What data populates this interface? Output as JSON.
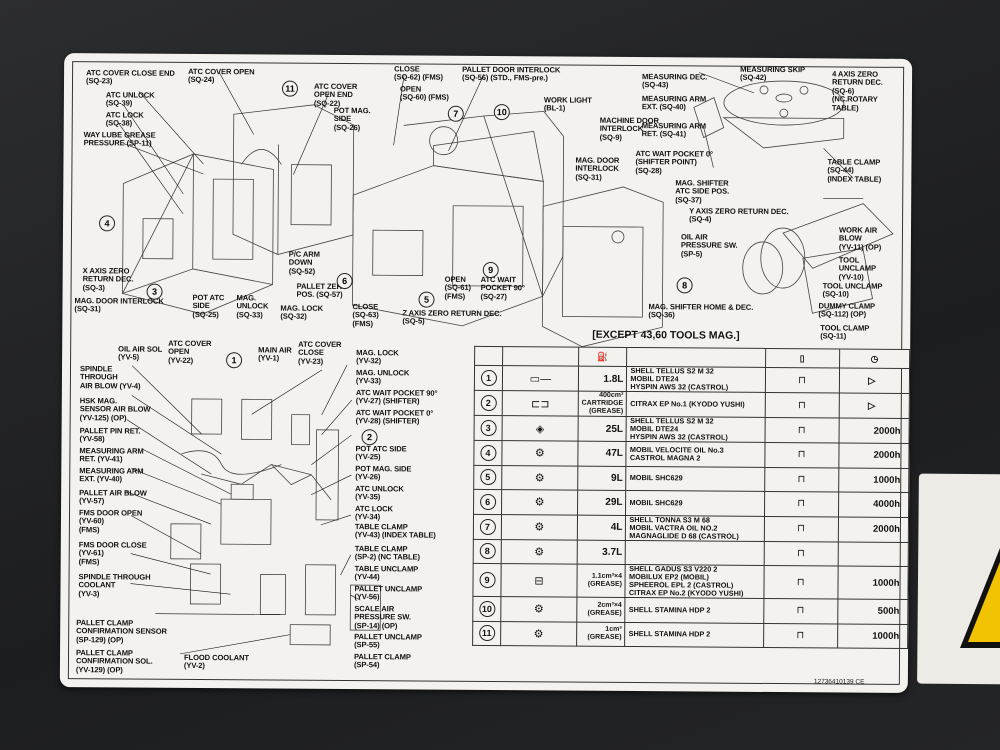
{
  "top_labels": {
    "atc_cover_close_end": "ATC COVER CLOSE END\n(SQ-23)",
    "atc_unlock": "ATC UNLOCK\n(SQ-39)",
    "atc_lock": "ATC LOCK\n(SQ-38)",
    "way_lube": "WAY LUBE GREASE\nPRESSURE (SP-11)",
    "atc_cover_open": "ATC COVER OPEN\n(SQ-24)",
    "atc_cover_open_end": "ATC COVER\nOPEN END\n(SQ-22)",
    "pot_mag_side": "POT MAG.\nSIDE\n(SQ-26)",
    "close_fms": "CLOSE\n(SQ-62) (FMS)",
    "open_fms": "OPEN\n(SQ-60) (FMS)",
    "pallet_door_interlock": "PALLET DOOR INTERLOCK\n(SQ-56) (STD., FMS-pre.)",
    "work_light": "WORK LIGHT\n(BL-1)",
    "machine_door_interlock": "MACHINE DOOR\nINTERLOCK\n(SQ-9)",
    "measuring_dec": "MEASURING DEC.\n(SQ-43)",
    "measuring_arm_ext": "MEASURING ARM\nEXT. (SQ-40)",
    "measuring_arm_ret": "MEASURING ARM\nRET. (SQ-41)",
    "measuring_skip": "MEASURING SKIP\n(SQ-42)",
    "four_axis_zero": "4 AXIS ZERO\nRETURN DEC.\n(SQ-6)\n(NC.ROTARY\nTABLE)",
    "table_clamp_top": "TABLE CLAMP\n(SQ-44)\n(INDEX TABLE)",
    "atc_wait_pocket0": "ATC WAIT POCKET 0°\n(SHIFTER POINT)\n(SQ-28)",
    "mag_door_interlock_r": "MAG. DOOR\nINTERLOCK\n(SQ-31)",
    "mag_shifter_atc": "MAG. SHIFTER\nATC SIDE POS.\n(SQ-37)",
    "y_axis_zero": "Y AXIS ZERO RETURN DEC.\n(SQ-4)",
    "oil_air_pressure": "OIL AIR\nPRESSURE SW.\n(SP-5)",
    "work_air_blow": "WORK AIR\nBLOW\n(YV-11) (OP)",
    "tool_unclamp_v": "TOOL\nUNCLAMP\n(YV-10)",
    "tool_unclamp_s": "TOOL UNCLAMP\n(SQ-10)",
    "dummy_clamp": "DUMMY CLAMP\n(SQ-112) (OP)",
    "tool_clamp": "TOOL CLAMP\n(SQ-11)",
    "mag_shifter_home": "MAG. SHIFTER HOME & DEC.\n(SQ-36)",
    "x_axis_zero": "X AXIS ZERO\nRETURN DEC.\n(SQ-3)",
    "mag_door_interlock_l": "MAG. DOOR INTERLOCK\n(SQ-31)",
    "pot_atc_side": "POT ATC\nSIDE\n(SQ-25)",
    "mag_unlock": "MAG.\nUNLOCK\n(SQ-33)",
    "mag_lock": "MAG. LOCK\n(SQ-32)",
    "pc_arm_down": "P/C ARM\nDOWN\n(SQ-52)",
    "pallet_zero": "PALLET ZERO\nPOS. (SQ-57)",
    "close_fms_b": "CLOSE\n(SQ-63)\n(FMS)",
    "open_fms_b": "OPEN\n(SQ-61)\n(FMS)",
    "atc_wait_pocket90": "ATC WAIT\nPOCKET 90°\n(SQ-27)",
    "z_axis_zero": "Z AXIS ZERO RETURN DEC.\n(SQ-5)"
  },
  "bottom_labels": {
    "oil_air_sol": "OIL AIR SOL\n(YV-5)",
    "atc_cover_open_v": "ATC COVER\nOPEN\n(YV-22)",
    "main_air": "MAIN AIR\n(YV-1)",
    "atc_cover_close_v": "ATC COVER\nCLOSE\n(YV-23)",
    "spindle_through_air": "SPINDLE\nTHROUGH\nAIR BLOW (YV-4)",
    "hsk_mag": "HSK MAG.\nSENSOR AIR BLOW\n(YV-125) (OP)",
    "pallet_pin_ret": "PALLET PIN RET.\n(YV-58)",
    "measuring_arm_ret_v": "MEASURING ARM\nRET. (YV-41)",
    "measuring_arm_ext_v": "MEASURING ARM\nEXT. (YV-40)",
    "pallet_air_blow": "PALLET AIR BLOW\n(YV-57)",
    "fms_door_open": "FMS DOOR OPEN\n(YV-60)\n(FMS)",
    "fms_door_close": "FMS DOOR CLOSE\n(YV-61)\n(FMS)",
    "spindle_through_coolant": "SPINDLE THROUGH\nCOOLANT\n(YV-3)",
    "pallet_clamp_sensor": "PALLET CLAMP\nCONFIRMATION SENSOR\n(SP-129) (OP)",
    "pallet_clamp_sol": "PALLET CLAMP\nCONFIRMATION SOL.\n(YV-129) (OP)",
    "flood_coolant": "FLOOD COOLANT\n(YV-2)",
    "mag_lock_v": "MAG. LOCK\n(YV-32)",
    "mag_unlock_v": "MAG. UNLOCK\n(YV-33)",
    "atc_wait_90_v": "ATC WAIT POCKET 90°\n(YV-27) (SHIFTER)",
    "atc_wait_0_v": "ATC WAIT POCKET 0°\n(YV-28) (SHIFTER)",
    "pot_atc_side_v": "POT ATC SIDE\n(YV-25)",
    "pot_mag_side_v": "POT MAG. SIDE\n(YV-26)",
    "atc_unlock_v": "ATC UNLOCK\n(YV-35)",
    "atc_lock_v": "ATC LOCK\n(YV-34)",
    "table_clamp_v": "TABLE CLAMP\n(YV-43) (INDEX TABLE)",
    "table_clamp_nc": "TABLE CLAMP\n(SP-2) (NC TABLE)",
    "table_unclamp_v": "TABLE UNCLAMP\n(YV-44)",
    "pallet_unclamp_v": "PALLET UNCLAMP\n(YV-56)",
    "scale_air": "SCALE AIR\nPRESSURE SW.\n(SP-14) (OP)",
    "pallet_unclamp_sp": "PALLET UNCLAMP\n(SP-55)",
    "pallet_clamp_sp": "PALLET CLAMP\n(SP-54)"
  },
  "numbers": [
    "1",
    "2",
    "3",
    "4",
    "5",
    "6",
    "7",
    "8",
    "9",
    "10",
    "11"
  ],
  "except_note": "[EXCEPT 43,60 TOOLS MAG.]",
  "table_rows": [
    {
      "no": "1",
      "icon": "level-gauge",
      "qty": "1.8L",
      "oil": "SHELL TELLUS S2 M 32\nMOBIL DTE24\nHYSPIN AWS 32            (CASTROL)",
      "interval": "",
      "interval_icon": "triangle"
    },
    {
      "no": "2",
      "icon": "cartridge",
      "qty": "400cm³\nCARTRIDGE\n(GREASE)",
      "oil": "CITRAX EP No.1  (KYODO YUSHI)",
      "interval": "",
      "interval_icon": "triangle"
    },
    {
      "no": "3",
      "icon": "drop",
      "qty": "25L",
      "oil": "SHELL TELLUS S2 M 32\nMOBIL DTE24\nHYSPIN AWS 32            (CASTROL)",
      "interval": "2000h"
    },
    {
      "no": "4",
      "icon": "drop-gear",
      "qty": "47L",
      "oil": "MOBIL VELOCITE OIL No.3\nCASTROL MAGNA 2",
      "interval": "2000h"
    },
    {
      "no": "5",
      "icon": "gear-drop",
      "qty": "9L",
      "oil": "MOBIL SHC629",
      "interval": "1000h"
    },
    {
      "no": "6",
      "icon": "gear-drop",
      "qty": "29L",
      "oil": "MOBIL SHC629",
      "interval": "4000h"
    },
    {
      "no": "7",
      "icon": "gear-drop",
      "qty": "4L",
      "oil": "SHELL TONNA S3 M 68\nMOBIL VACTRA OIL NO.2\nMAGNAGLIDE D 68          (CASTROL)",
      "interval": "2000h"
    },
    {
      "no": "8",
      "icon": "gear-drop",
      "qty": "3.7L",
      "oil": "",
      "interval": ""
    },
    {
      "no": "9",
      "icon": "grease-gun",
      "qty": "1.1cm³×4\n(GREASE)",
      "oil": "SHELL GADUS S3 V220 2\nMOBILUX EP2                  (MOBIL)\nSPHEEROL EPL 2           (CASTROL)\nCITRAX EP No.2     (KYODO YUSHI)",
      "interval": "1000h"
    },
    {
      "no": "10",
      "icon": "gear-drop",
      "qty": "2cm³×4\n(GREASE)",
      "oil": "SHELL STAMINA HDP 2",
      "interval": "500h"
    },
    {
      "no": "11",
      "icon": "gear-drop",
      "qty": "1cm³\n(GREASE)",
      "oil": "SHELL STAMINA HDP 2",
      "interval": "1000h"
    }
  ],
  "serial": "12736410139 CE"
}
